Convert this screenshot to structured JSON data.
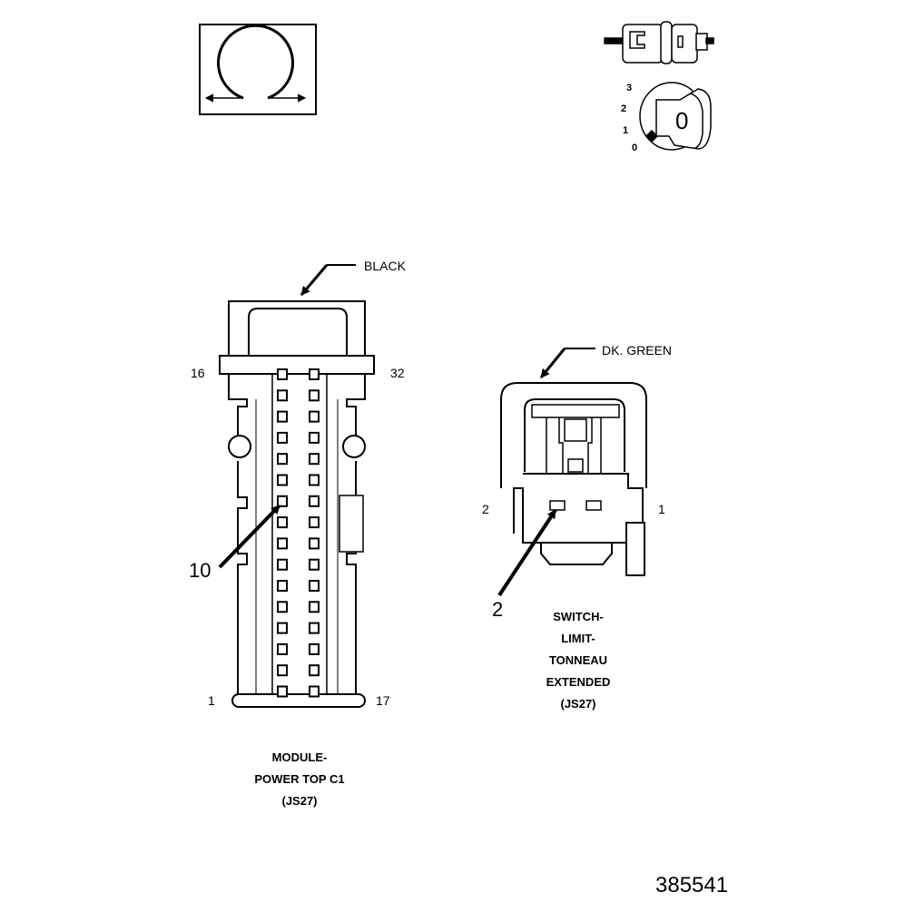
{
  "legend": {
    "ohm_icon": "ohm-meter-icon",
    "connector_icon": "connector-probe-icon",
    "switch_icon": "ignition-key-icon",
    "switch_positions": [
      "3",
      "2",
      "1",
      "0"
    ],
    "key_label": "0"
  },
  "module_connector": {
    "color_label": "BLACK",
    "pin_top_left": "16",
    "pin_top_right": "32",
    "pin_bottom_left": "1",
    "pin_bottom_right": "17",
    "callout_pin": "10",
    "name_lines": [
      "MODULE-",
      "POWER TOP C1",
      "(JS27)"
    ]
  },
  "switch_connector": {
    "color_label": "DK. GREEN",
    "pin_left": "2",
    "pin_right": "1",
    "callout_pin": "2",
    "name_lines": [
      "SWITCH-",
      "LIMIT-",
      "TONNEAU",
      "EXTENDED",
      "(JS27)"
    ]
  },
  "figure_number": "385541"
}
